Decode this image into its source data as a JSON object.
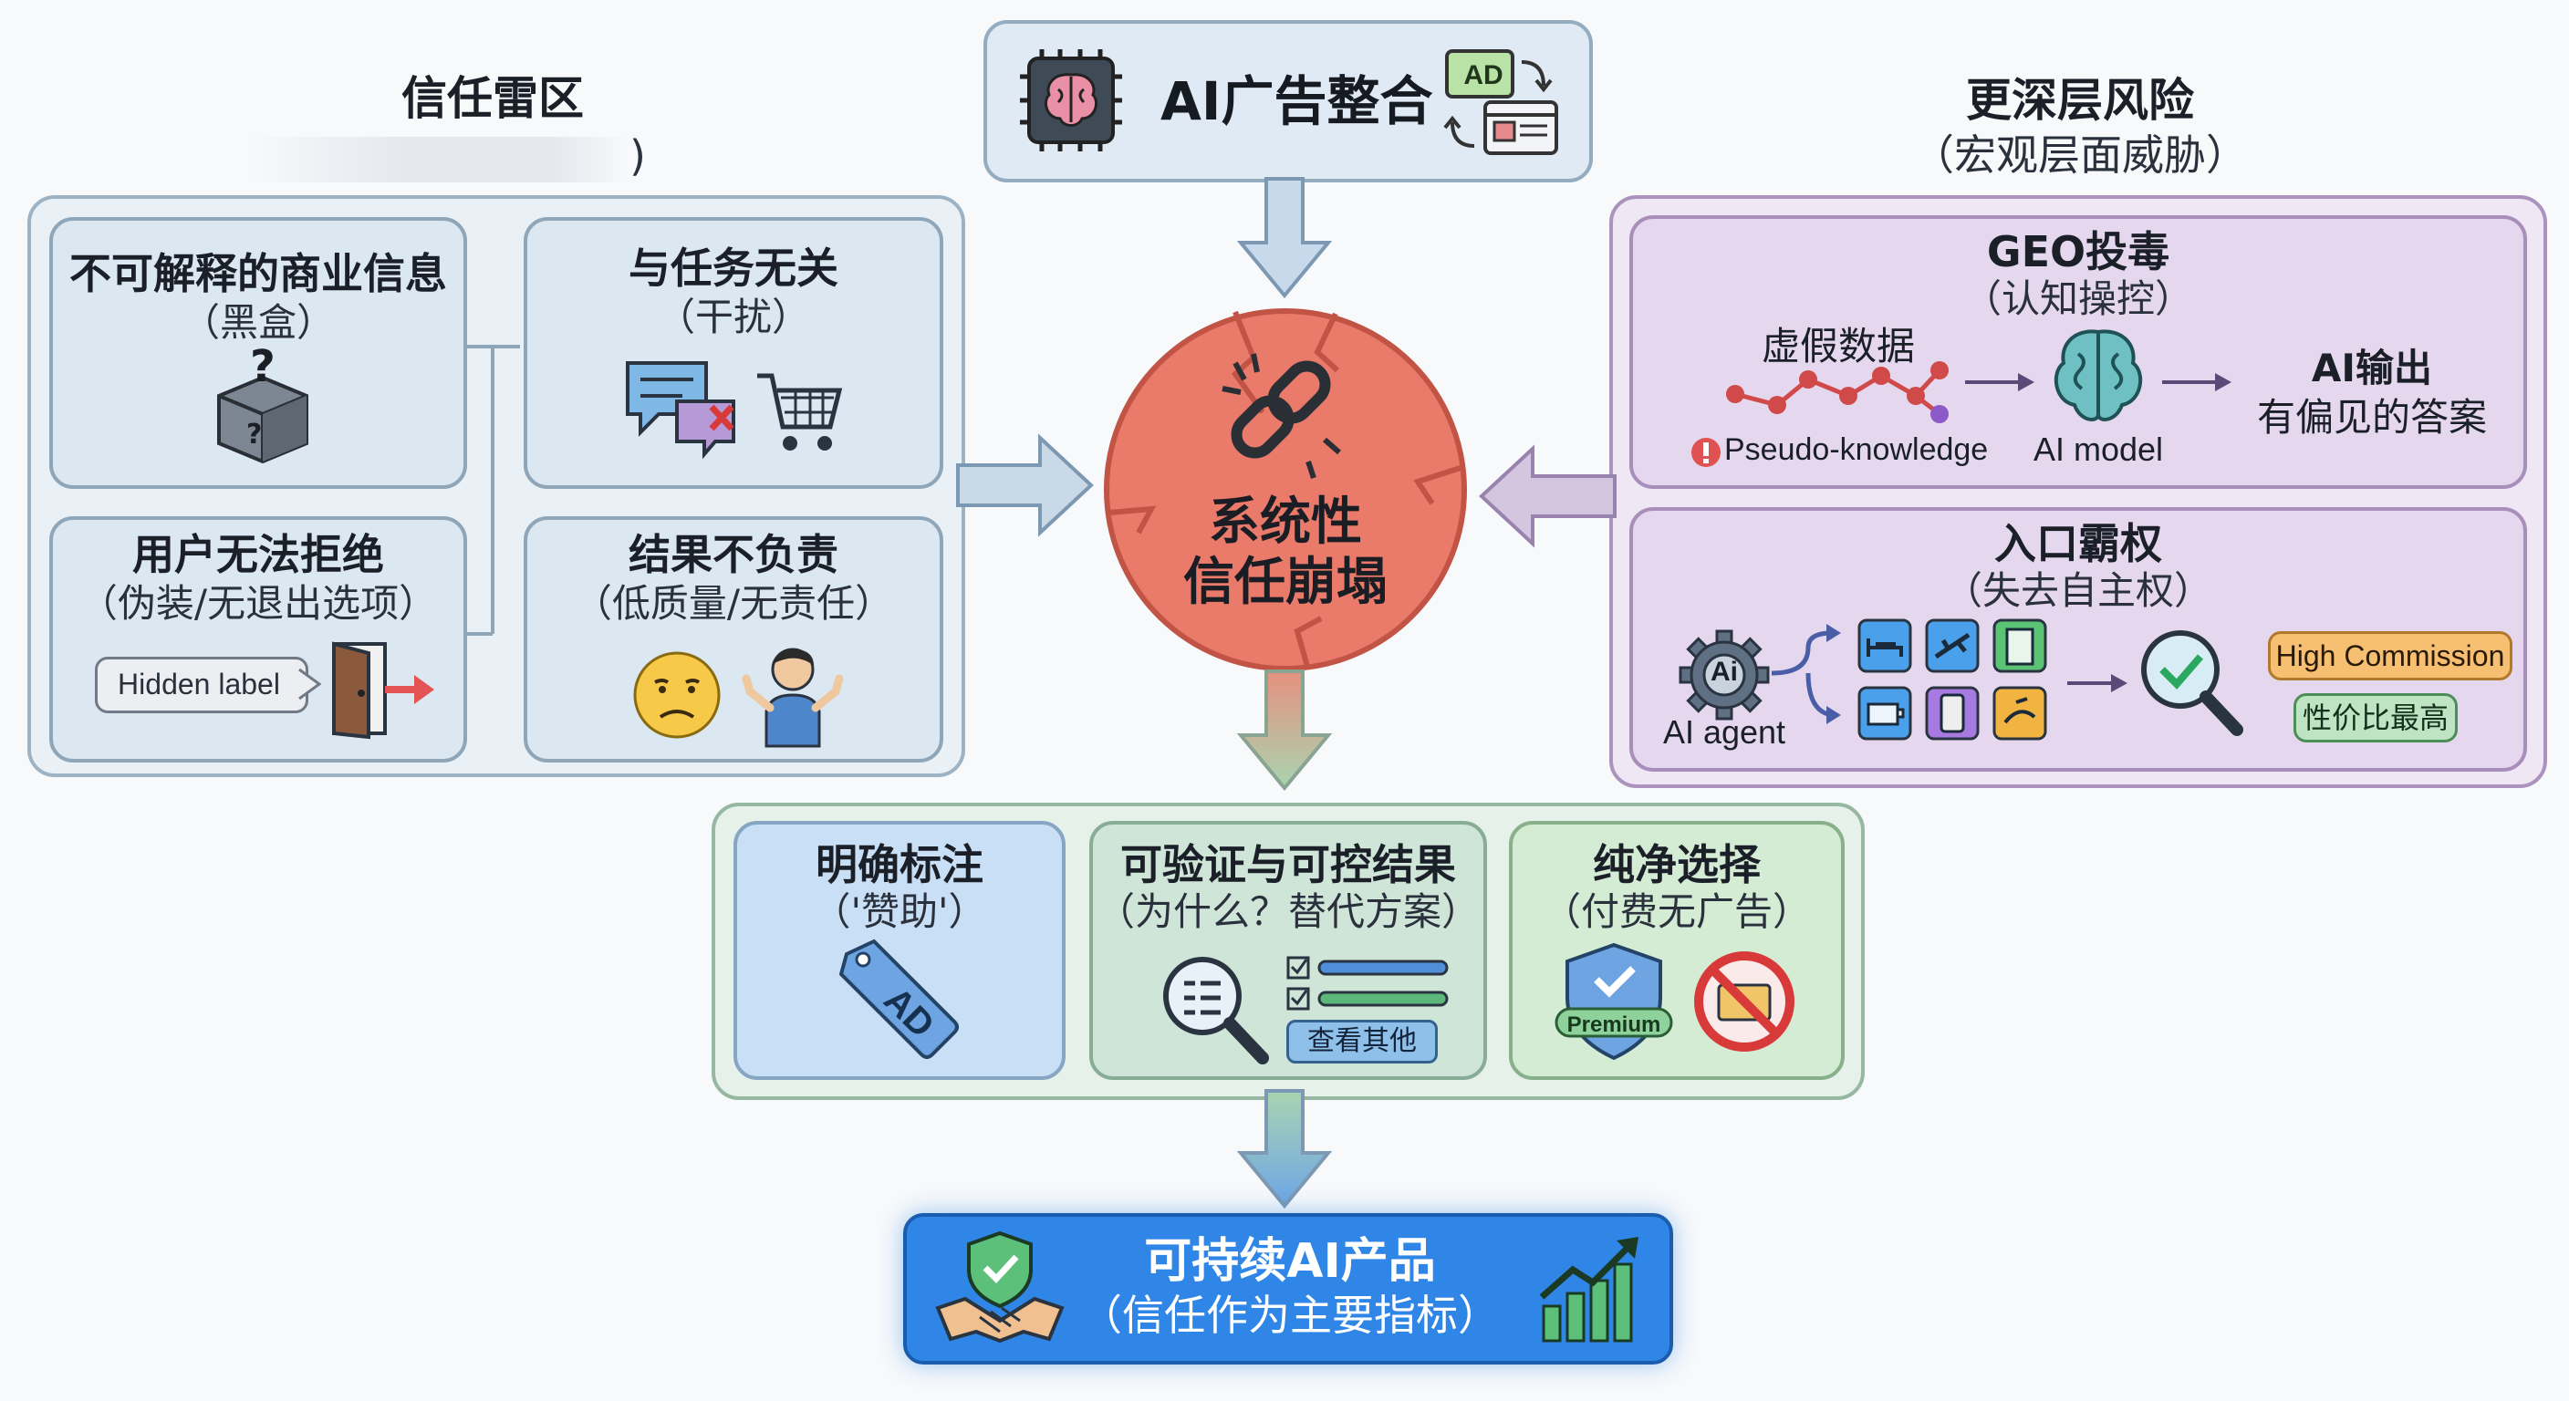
{
  "top": {
    "title": "AI广告整合",
    "ad_icon": "AD"
  },
  "left": {
    "header_title": "信任雷区",
    "cards": [
      {
        "title": "不可解释的商业信息",
        "sub": "（黑盒）"
      },
      {
        "title": "与任务无关",
        "sub": "（干扰）"
      },
      {
        "title": "用户无法拒绝",
        "sub": "（伪装/无退出选项）",
        "tag": "Hidden label"
      },
      {
        "title": "结果不负责",
        "sub": "（低质量/无责任）"
      }
    ]
  },
  "center": {
    "line1": "系统性",
    "line2": "信任崩塌"
  },
  "right": {
    "header_title": "更深层风险",
    "header_sub": "（宏观层面威胁）",
    "geo": {
      "title": "GEO投毒",
      "sub": "（认知操控）",
      "fake_data": "虚假数据",
      "pseudo": "Pseudo-knowledge",
      "model": "AI model",
      "out1": "AI输出",
      "out2": "有偏见的答案"
    },
    "entry": {
      "title": "入口霸权",
      "sub": "（失去自主权）",
      "agent_icon": "Ai",
      "agent": "AI agent",
      "commission": "High Commission",
      "value": "性价比最高"
    }
  },
  "solutions": [
    {
      "title": "明确标注",
      "sub": "（'赞助'）",
      "icon_text": "AD"
    },
    {
      "title": "可验证与可控结果",
      "sub": "（为什么？替代方案）",
      "button": "查看其他"
    },
    {
      "title": "纯净选择",
      "sub": "（付费无广告）",
      "badge": "Premium"
    }
  ],
  "bottom": {
    "title": "可持续AI产品",
    "sub": "（信任作为主要指标）"
  },
  "colors": {
    "card_blue": "#dbe7f1",
    "purple": "#e9def0",
    "green": "#dfeee2",
    "collapse": "#ea7a6a",
    "final": "#2f86e6"
  }
}
